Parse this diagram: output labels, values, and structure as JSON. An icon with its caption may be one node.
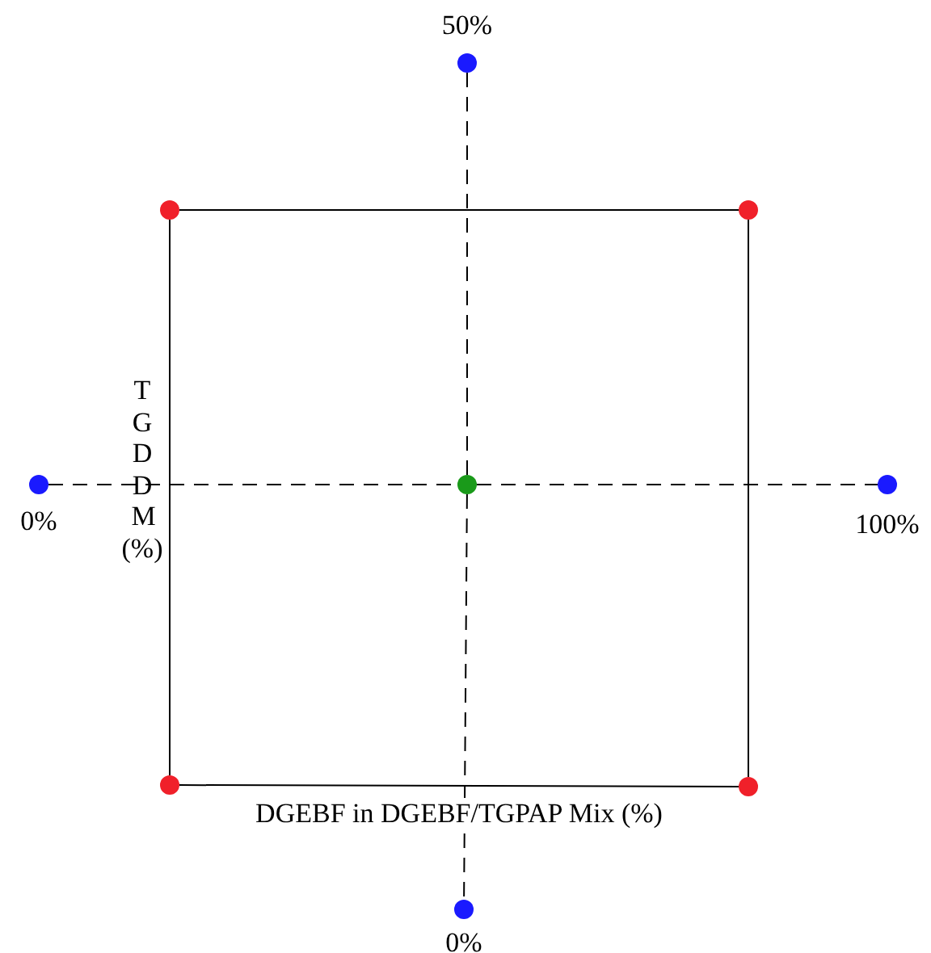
{
  "diagram": {
    "nodes": [
      {
        "text": [],
        "shape": "circle",
        "beside": [
          "50%"
        ]
      },
      {
        "text": [],
        "shape": "circle"
      },
      {
        "text": [],
        "shape": "circle"
      },
      {
        "text": [],
        "shape": "circle",
        "beside": [
          "0%"
        ]
      },
      {
        "text": [],
        "shape": "circle"
      },
      {
        "text": [],
        "shape": "circle",
        "beside": [
          "100%"
        ]
      },
      {
        "text": [],
        "shape": "circle"
      },
      {
        "text": [],
        "shape": "circle"
      },
      {
        "text": [],
        "shape": "circle",
        "beside": [
          "0%"
        ]
      }
    ],
    "edges": [
      {
        "from": 0,
        "to": 4,
        "arrow": "none",
        "style": "dashed"
      },
      {
        "from": 4,
        "to": 8,
        "arrow": "none",
        "style": "dashed"
      },
      {
        "from": 3,
        "to": 4,
        "arrow": "none",
        "style": "dashed"
      },
      {
        "from": 4,
        "to": 5,
        "arrow": "none",
        "style": "dashed"
      },
      {
        "from": 1,
        "to": 2,
        "arrow": "none"
      },
      {
        "from": 2,
        "to": 7,
        "arrow": "none"
      },
      {
        "from": 7,
        "to": 6,
        "arrow": "none"
      },
      {
        "from": 6,
        "to": 1,
        "arrow": "none"
      }
    ],
    "labels": [
      "TGDDM (%)",
      "DGEBF in DGEBF/TGPAP Mix (%)"
    ]
  }
}
